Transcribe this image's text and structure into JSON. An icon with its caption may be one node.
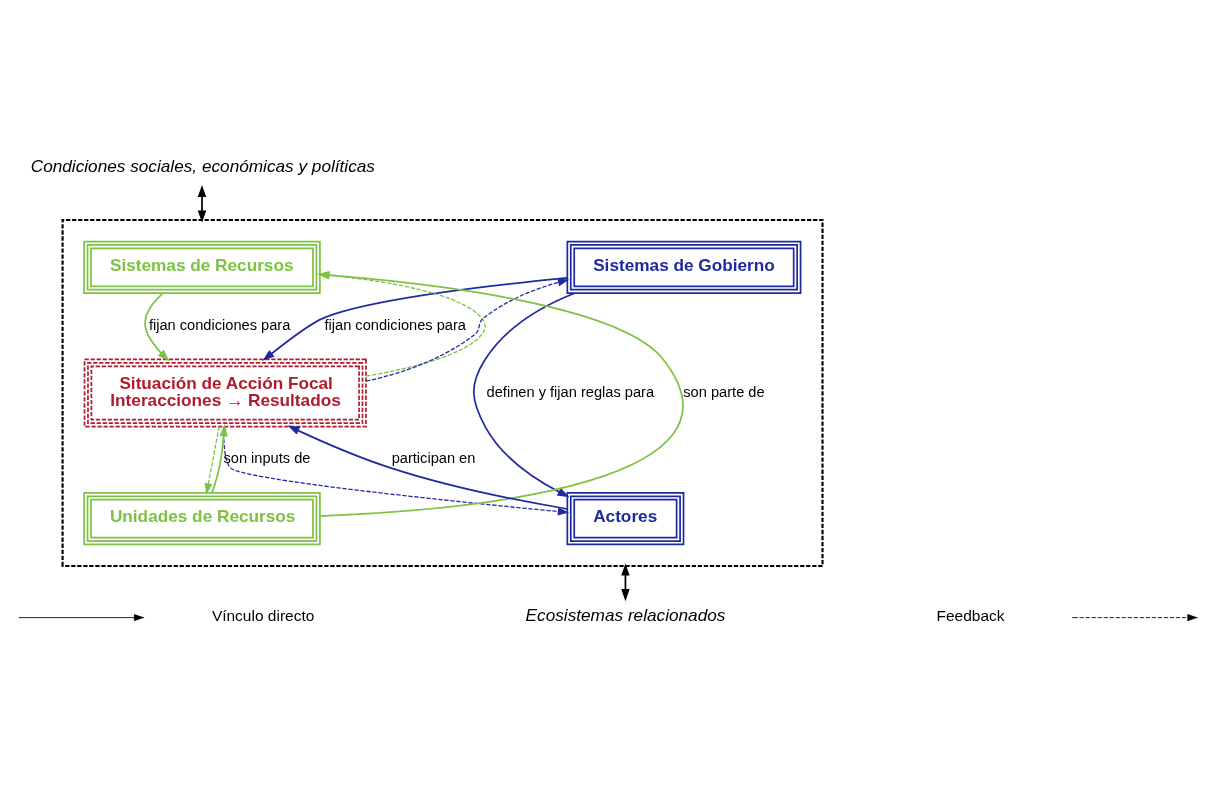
{
  "diagram": {
    "nodes": [
      {
        "text": [
          "Condiciones sociales, económicas y políticas"
        ]
      },
      {
        "text": [],
        "shape": "box"
      },
      {
        "text": [
          "Sistemas de Recursos"
        ],
        "in": 1
      },
      {
        "text": [
          "Sistemas de Gobierno"
        ],
        "in": 1
      },
      {
        "text": [
          "Situación de Acción Focal",
          "Interacciones → Resultados"
        ],
        "in": 1
      },
      {
        "text": [
          "Unidades de Recursos"
        ],
        "in": 1
      },
      {
        "text": [
          "Actores"
        ],
        "in": 1
      },
      {
        "text": [
          "Ecosistemas relacionados"
        ]
      }
    ],
    "edges": [
      {
        "from": 0,
        "to": 1,
        "arrow": "both",
        "color": "#000000"
      },
      {
        "from": 4,
        "to": 2,
        "arrow": "to",
        "style": "dashed",
        "color": "#7dc242"
      },
      {
        "from": 4,
        "to": 3,
        "arrow": "to",
        "style": "dashed",
        "color": "#1f2a9e"
      },
      {
        "from": 2,
        "to": 4,
        "arrow": "to",
        "label": "fijan condiciones para",
        "color": "#7dc242"
      },
      {
        "from": 3,
        "to": 4,
        "arrow": "to",
        "label": "fijan condiciones para",
        "color": "#1f2a9e"
      },
      {
        "from": 5,
        "to": 2,
        "arrow": "to",
        "label": "son parte de",
        "color": "#7dc242"
      },
      {
        "from": 3,
        "to": 6,
        "arrow": "to",
        "label": "definen y fijan reglas para",
        "color": "#1f2a9e"
      },
      {
        "from": 5,
        "to": 4,
        "arrow": "to",
        "label": "son inputs de",
        "color": "#7dc242"
      },
      {
        "from": 6,
        "to": 4,
        "arrow": "to",
        "label": "participan en",
        "color": "#1f2a9e"
      },
      {
        "from": 4,
        "to": 5,
        "arrow": "to",
        "style": "dashed",
        "color": "#7dc242"
      },
      {
        "from": 4,
        "to": 6,
        "arrow": "to",
        "style": "dashed",
        "color": "#1f2a9e"
      },
      {
        "from": 1,
        "to": 7,
        "arrow": "both",
        "color": "#000000"
      }
    ],
    "legend": [
      {
        "text": "Vínculo directo"
      },
      {
        "text": "Feedback"
      }
    ]
  }
}
